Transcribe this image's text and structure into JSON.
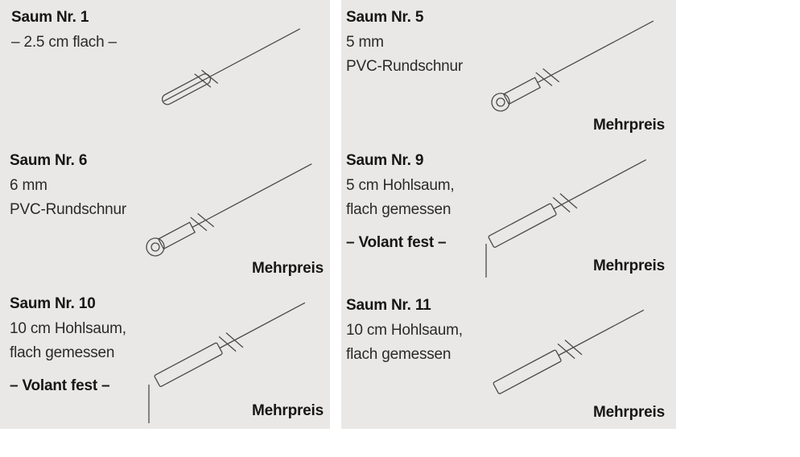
{
  "page": {
    "background_color": "#ffffff",
    "panel_color": "#e9e8e6",
    "text_color": "#1d1d1b",
    "drawing_line_color": "#4a4a48"
  },
  "panels": [
    {
      "title": "Saum Nr. 1",
      "lines": [
        "– 2.5 cm flach –"
      ],
      "note": "",
      "surcharge": "",
      "drawing": "flat-hem"
    },
    {
      "title": "Saum Nr. 5",
      "lines": [
        "5 mm",
        "PVC-Rundschnur"
      ],
      "note": "",
      "surcharge": "Mehrpreis",
      "drawing": "pvc-round-cord-hem"
    },
    {
      "title": "Saum Nr. 6",
      "lines": [
        "6 mm",
        "PVC-Rundschnur"
      ],
      "note": "",
      "surcharge": "Mehrpreis",
      "drawing": "pvc-round-cord-hem"
    },
    {
      "title": "Saum Nr. 9",
      "lines": [
        "5 cm Hohlsaum,",
        "flach gemessen"
      ],
      "note": "– Volant fest –",
      "surcharge": "Mehrpreis",
      "drawing": "hollow-hem-with-volant"
    },
    {
      "title": "Saum Nr. 10",
      "lines": [
        "10 cm Hohlsaum,",
        "flach gemessen"
      ],
      "note": "– Volant fest –",
      "surcharge": "Mehrpreis",
      "drawing": "hollow-hem-with-volant"
    },
    {
      "title": "Saum Nr. 11",
      "lines": [
        "10 cm Hohlsaum,",
        "flach gemessen"
      ],
      "note": "",
      "surcharge": "Mehrpreis",
      "drawing": "hollow-hem"
    }
  ]
}
